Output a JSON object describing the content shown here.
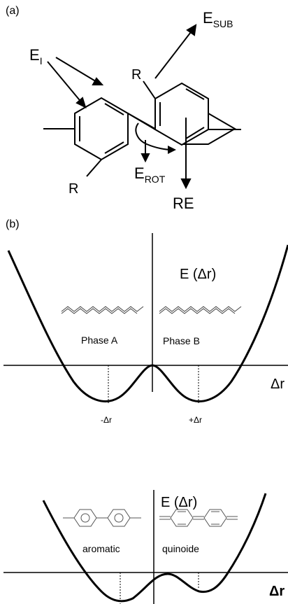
{
  "panel_a": {
    "label": "(a)",
    "energy_labels": {
      "ei": {
        "main": "E",
        "sub": "I"
      },
      "esub": {
        "main": "E",
        "sub": "SUB"
      },
      "erot": {
        "main": "E",
        "sub": "ROT"
      },
      "re": "RE"
    },
    "substituent_top": "R",
    "substituent_bottom": "R"
  },
  "panel_b": {
    "label": "(b)",
    "top_plot": {
      "energy_axis_label": "E (Δr)",
      "x_axis_label": "Δr",
      "phase_left": "Phase A",
      "phase_right": "Phase B",
      "min_left": "-Δr",
      "min_right": "+Δr"
    },
    "bottom_plot": {
      "energy_axis_label": "E (Δr)",
      "x_axis_label": "Δr",
      "left_label": "aromatic",
      "right_label": "quinoide"
    }
  }
}
